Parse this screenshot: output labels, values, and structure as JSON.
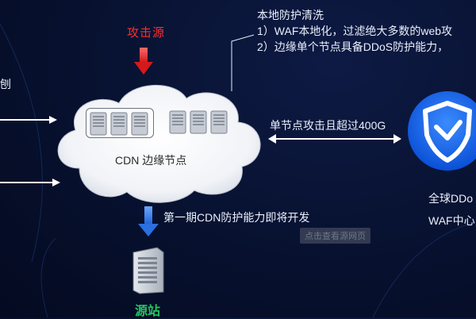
{
  "left_fragment": "刨",
  "attack_source": "攻击源",
  "local_protection": {
    "title": "本地防护清洗",
    "items": [
      "1）WAF本地化，过滤绝大多数的web攻",
      "2）边缘单个节点具备DDoS防护能力，"
    ]
  },
  "cdn_label": "CDN 边缘节点",
  "exceed_label": "单节点攻击且超过400G",
  "phase_label": "第一期CDN防护能力即将开发",
  "watermark": "点击查看源网页",
  "origin_label": "源站",
  "global_labels": [
    "全球DDo",
    "WAF中心"
  ],
  "colors": {
    "attack_red": "#e11d1d",
    "origin_green": "#22c55e",
    "shield_blue": "#1677ff",
    "down_arrow_blue": "#2b6fe0"
  },
  "icons": [
    "server-icon",
    "shield-icon",
    "arrow-down-icon",
    "double-arrow-icon"
  ]
}
